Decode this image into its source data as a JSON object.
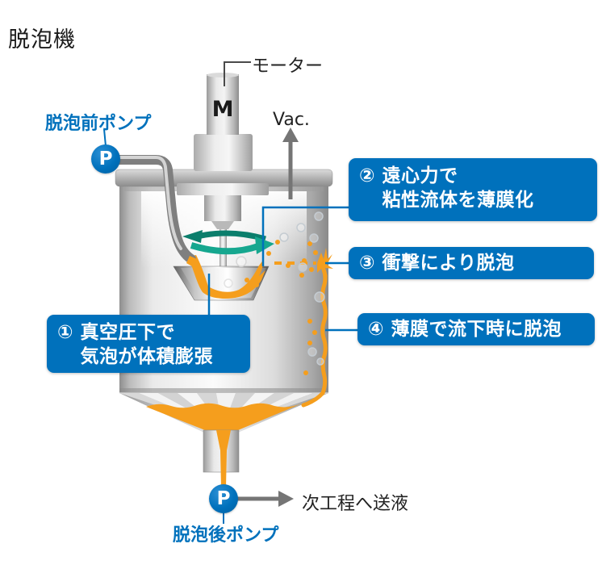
{
  "title": "脱泡機",
  "colors": {
    "accent_blue": "#0071BC",
    "liquid_orange": "#F59E1D",
    "rotation_teal": "#16A78F",
    "arrow_gray": "#757575"
  },
  "machine": {
    "motor_label": "モーター",
    "motor_mark": "M",
    "vacuum_label": "Vac.",
    "pump_before": {
      "label": "脱泡前ポンプ",
      "symbol": "P"
    },
    "pump_after": {
      "label": "脱泡後ポンプ",
      "symbol": "P"
    },
    "next_process_label": "次工程へ送液"
  },
  "callouts": [
    {
      "num": "①",
      "text": "真空圧下で\n気泡が体積膨張"
    },
    {
      "num": "②",
      "text": "遠心力で\n粘性流体を薄膜化"
    },
    {
      "num": "③",
      "text": "衝撃により脱泡"
    },
    {
      "num": "④",
      "text": "薄膜で流下時に脱泡"
    }
  ]
}
